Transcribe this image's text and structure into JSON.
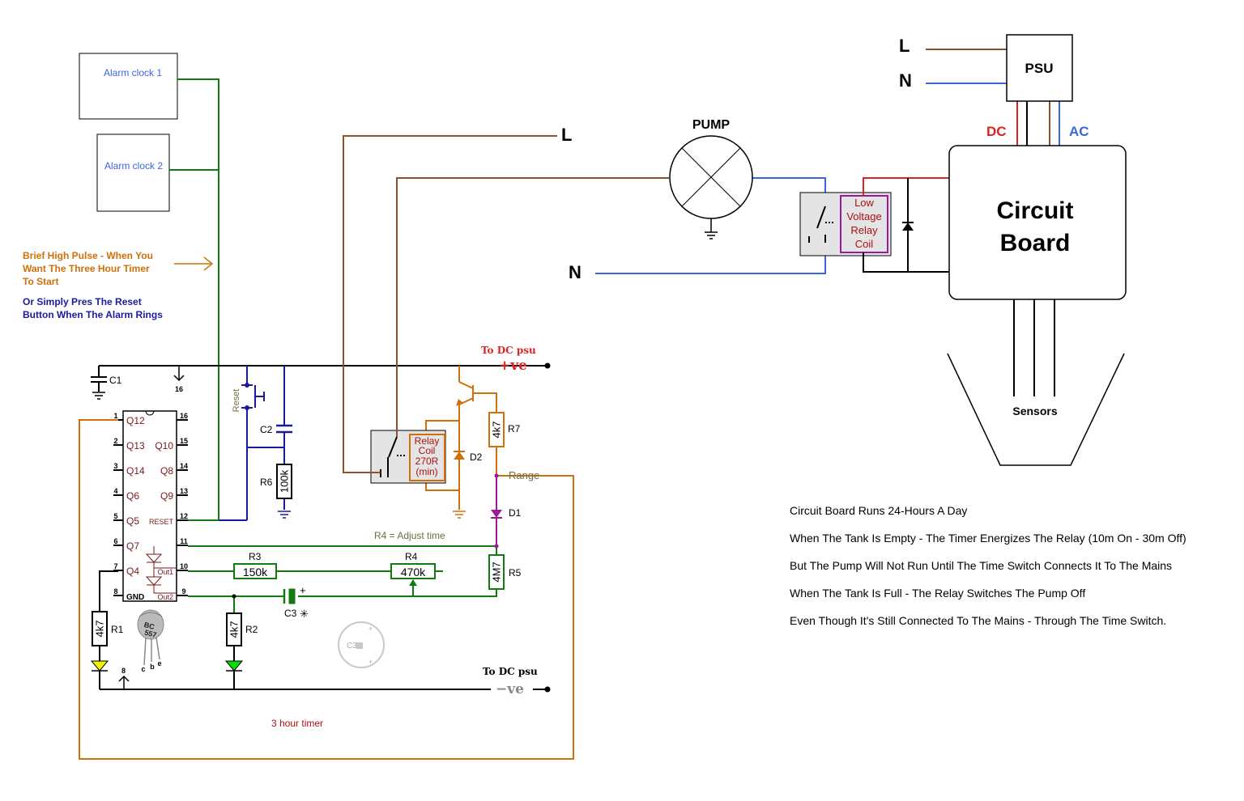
{
  "colors": {
    "black": "#000000",
    "green": "#117a11",
    "brown": "#8a5230",
    "blue": "#3a66e0",
    "orange": "#d0700a",
    "navy": "#1a1aa0",
    "maroon": "#7a1a1a",
    "red": "#dd2222",
    "purple": "#9a1a9a",
    "olive": "#6e6e3e",
    "gray_fill": "#e4e4e4"
  },
  "alarm_clocks": [
    "Alarm clock 1",
    "Alarm clock 2"
  ],
  "notes": {
    "pulse": [
      "Brief High Pulse - When You",
      "Want The Three Hour Timer",
      "To Start"
    ],
    "reset": [
      "Or Simply Pres The Reset",
      "Button When The Alarm Rings"
    ]
  },
  "supply": {
    "pos_top": "To DC psu",
    "pos_bottom": "+ve",
    "neg_top": "To DC psu",
    "neg_bottom": "−ve"
  },
  "ic": {
    "pins_left": [
      {
        "num": "1",
        "label": "Q12"
      },
      {
        "num": "2",
        "label": "Q13"
      },
      {
        "num": "3",
        "label": "Q14"
      },
      {
        "num": "4",
        "label": "Q6"
      },
      {
        "num": "5",
        "label": "Q5"
      },
      {
        "num": "6",
        "label": "Q7"
      },
      {
        "num": "7",
        "label": "Q4"
      },
      {
        "num": "8",
        "label": "GND"
      }
    ],
    "pins_right": [
      {
        "num": "16",
        "label": ""
      },
      {
        "num": "15",
        "label": "Q10"
      },
      {
        "num": "14",
        "label": "Q8"
      },
      {
        "num": "13",
        "label": "Q9"
      },
      {
        "num": "12",
        "label": "RESET"
      },
      {
        "num": "11",
        "label": ""
      },
      {
        "num": "10",
        "label": "Out1"
      },
      {
        "num": "9",
        "label": "Out2"
      }
    ]
  },
  "pin_refs": {
    "p16": "16",
    "p8": "8"
  },
  "components": {
    "c1": "C1",
    "c2": "C2",
    "c3": "C3",
    "c3_star": "✳",
    "reset_label": "Reset",
    "r1": {
      "name": "R1",
      "value": "4k7"
    },
    "r2": {
      "name": "R2",
      "value": "4k7"
    },
    "r3": {
      "name": "R3",
      "value": "150k"
    },
    "r4": {
      "name": "R4",
      "value": "470k"
    },
    "r5": {
      "name": "R5",
      "value": "4M7"
    },
    "r6": {
      "name": "R6",
      "value": "100k"
    },
    "r7": {
      "name": "R7",
      "value": "4k7"
    },
    "d1": "D1",
    "d2": "D2",
    "plus_sign": "+",
    "r4_note": "R4 = Adjust time",
    "range": "Range",
    "relay_coil": [
      "Relay",
      "Coil",
      "270R",
      "(min)"
    ],
    "transistor": {
      "type": [
        "BC",
        "557"
      ],
      "pins": [
        "c",
        "b",
        "e"
      ]
    },
    "c3_icon_label": "C3"
  },
  "timer_caption": "3 hour timer",
  "mains": {
    "l_mid": "L",
    "n_mid": "N",
    "l_top": "L",
    "n_top": "N"
  },
  "pump": "PUMP",
  "psu": "PSU",
  "psu_outputs": {
    "dc": "DC",
    "ac": "AC"
  },
  "low_voltage_relay": [
    "Low",
    "Voltage",
    "Relay",
    "Coil"
  ],
  "circuit_board": [
    "Circuit",
    "Board"
  ],
  "sensors": "Sensors",
  "description": [
    "Circuit Board Runs 24-Hours A Day",
    "When The Tank Is Empty - The Timer Energizes The Relay (10m On - 30m Off)",
    "But The Pump Will Not Run Until The Time Switch Connects It To The Mains",
    "When The Tank Is Full - The Relay Switches The Pump Off",
    "Even Though It's Still Connected To The Mains - Through The Time Switch."
  ]
}
